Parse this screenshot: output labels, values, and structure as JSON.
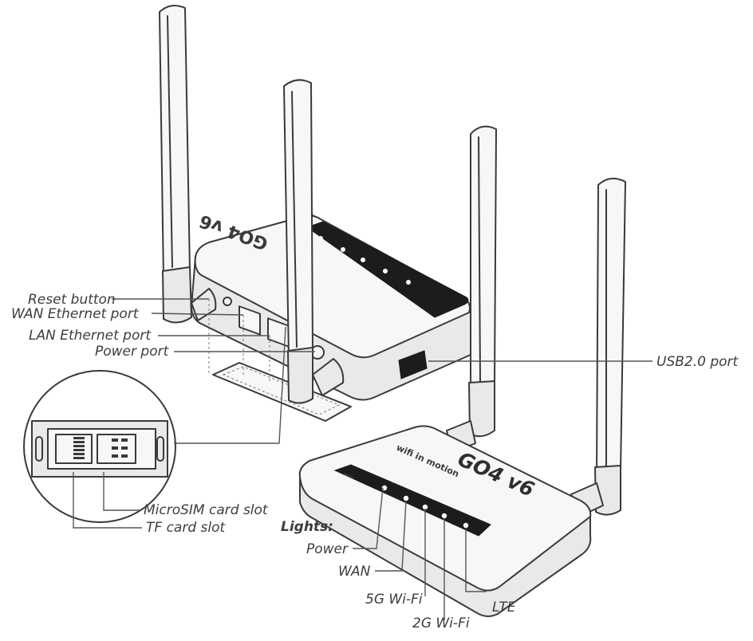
{
  "labels": {
    "reset": "Reset button",
    "wan_port": "WAN Ethernet port",
    "lan_port": "LAN Ethernet port",
    "power_port": "Power port",
    "usb": "USB2.0 port",
    "microsim": "MicroSIM card slot",
    "tf": "TF card slot",
    "lights": "Lights:",
    "light_power": "Power",
    "light_wan": "WAN",
    "light_5g": "5G Wi-Fi",
    "light_2g": "2G Wi-Fi",
    "light_lte": "LTE"
  },
  "device": {
    "brand": "wifi in motion",
    "model": "GO4 v6"
  },
  "colors": {
    "line": "#3a3a3a",
    "body": "#f4f4f4",
    "panel": "#1c1c1c",
    "text": "#3d3d3d"
  },
  "icons": [
    "antenna-icon",
    "router-icon",
    "magnifier-icon"
  ]
}
